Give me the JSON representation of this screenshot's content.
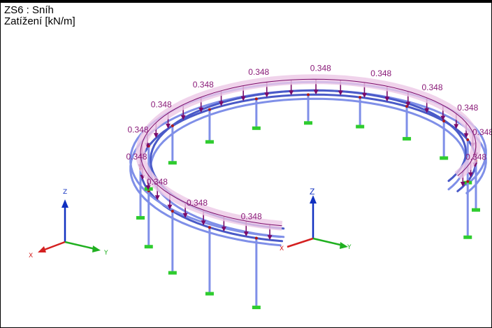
{
  "header": {
    "load_case": "ZS6 : Sníh",
    "quantity": "Zatížení [kN/m]"
  },
  "load": {
    "value": "0.348"
  },
  "axes": {
    "x_label": "X",
    "y_label": "Y",
    "z_label": "Z"
  },
  "colors": {
    "member": "#7f8fe8",
    "member_dark": "#4a5ac8",
    "load_fill": "#ecc8e6",
    "load_stroke": "#7a0a6a",
    "load_text": "#8a1a78",
    "support": "#2ecc2e",
    "node": "#b01a1a",
    "axis_x": "#d42020",
    "axis_y": "#20b020",
    "axis_z": "#1030c0"
  }
}
